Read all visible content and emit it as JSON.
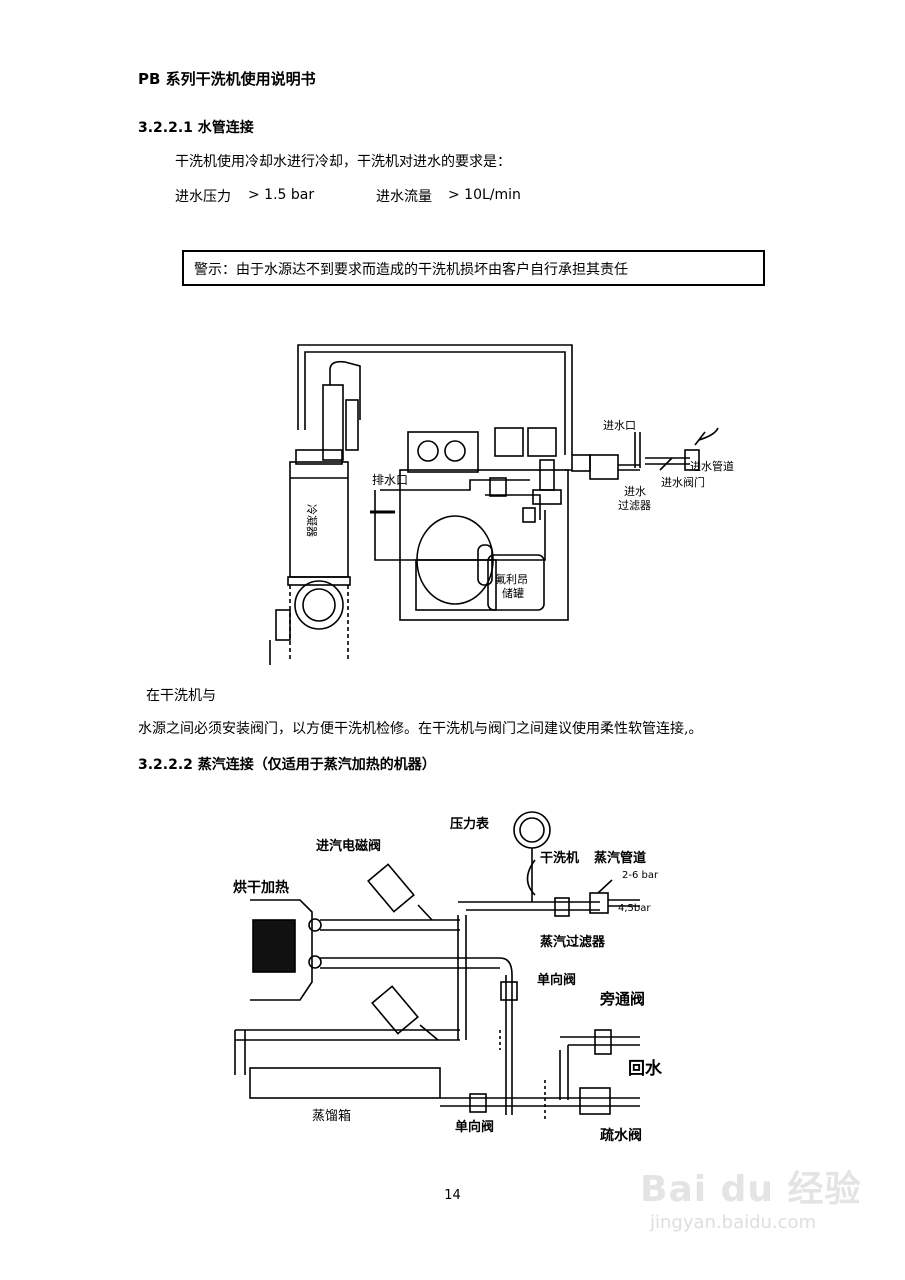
{
  "header": {
    "title": "PB 系列干洗机使用说明书"
  },
  "section_water": {
    "heading": "3.2.2.1  水管连接",
    "intro": "干洗机使用冷却水进行冷却，干洗机对进水的要求是：",
    "pressure_label": "进水压力",
    "pressure_value": "> 1.5 bar",
    "flow_label": "进水流量",
    "flow_value": "> 10L/min",
    "warning": "警示：由于水源达不到要求而造成的干洗机损坏由客户自行承担其责任"
  },
  "diagram_water": {
    "labels": {
      "condenser": "冷凝器",
      "drain": "排水口",
      "inlet": "进水口",
      "inlet_filter_1": "进水",
      "inlet_filter_2": "过滤器",
      "inlet_valve": "进水阀门",
      "inlet_pipe": "进水管道",
      "freon_1": "氟利昂",
      "freon_2": "储罐"
    }
  },
  "paragraph": {
    "line1": "在干洗机与",
    "line2": "水源之间必须安装阀门，以方便干洗机检修。在干洗机与阀门之间建议使用柔性软管连接,。"
  },
  "section_steam": {
    "heading": "3.2.2.2  蒸汽连接（仅适用于蒸汽加热的机器）"
  },
  "diagram_steam": {
    "labels": {
      "pressure_gauge": "压力表",
      "inlet_solenoid": "进汽电磁阀",
      "dryer_heating": "烘干加热",
      "machine": "干洗机",
      "steam_pipe": "蒸汽管道",
      "range_1": "2-6 bar",
      "range_2": "4,5bar",
      "steam_filter": "蒸汽过滤器",
      "check_valve_top": "单向阀",
      "bypass_valve": "旁通阀",
      "return_water": "回水",
      "distill_box": "蒸馏箱",
      "check_valve_bottom": "单向阀",
      "drain_valve": "疏水阀"
    }
  },
  "footer": {
    "page_number": "14"
  },
  "watermark": {
    "logo": "Bai du 经验",
    "url": "jingyan.baidu.com"
  }
}
